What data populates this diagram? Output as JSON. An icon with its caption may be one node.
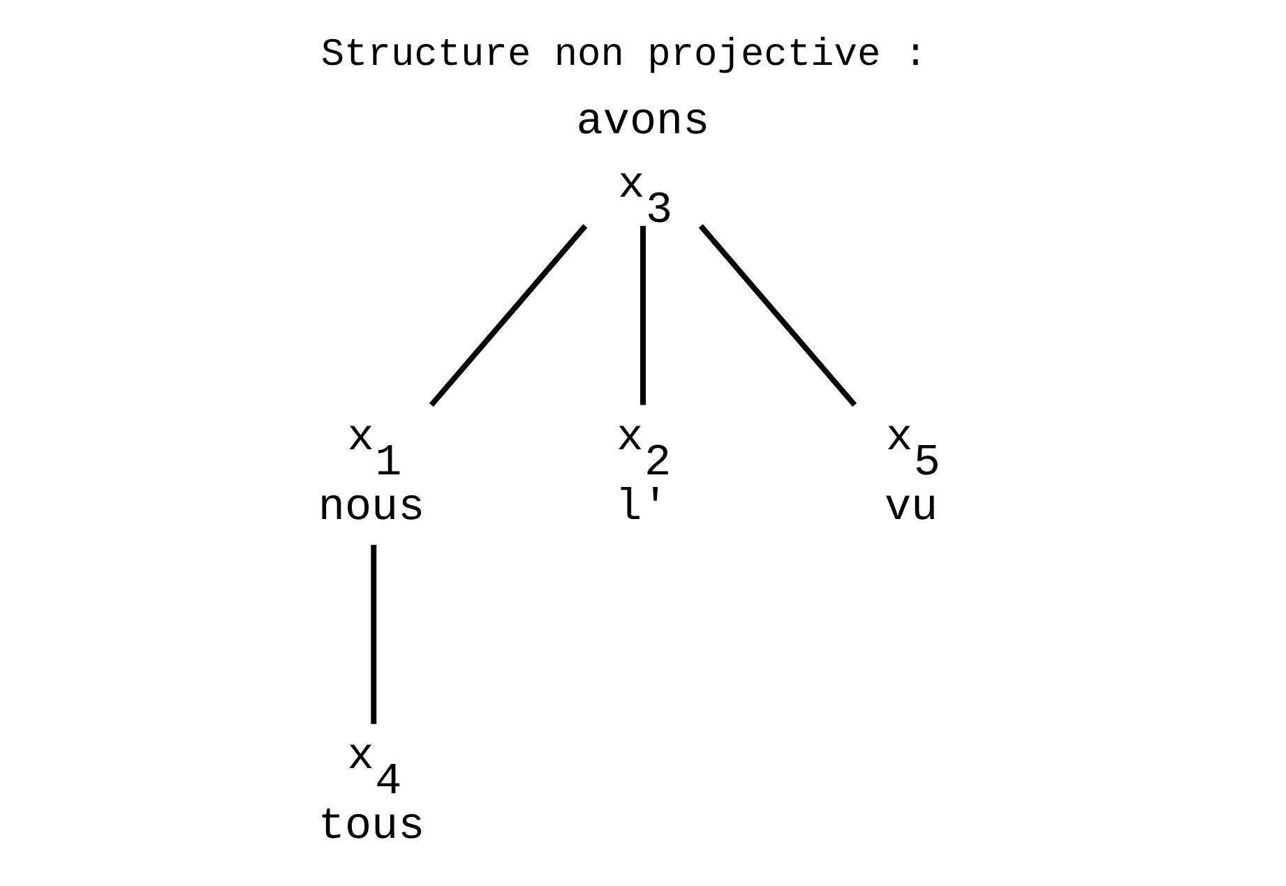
{
  "diagram": {
    "title": "Structure non projective :",
    "nodes": [
      {
        "text": [
          "avons",
          "x$_{3}$"
        ]
      },
      {
        "text": [
          "x$_{1}$",
          "nous"
        ]
      },
      {
        "text": [
          "x$_{2}$",
          "l'"
        ]
      },
      {
        "text": [
          "x$_{5}$",
          "vu"
        ]
      },
      {
        "text": [
          "x$_{4}$",
          "tous"
        ]
      }
    ],
    "edges": [
      {
        "from": 0,
        "to": 1,
        "arrow": "none"
      },
      {
        "from": 0,
        "to": 2,
        "arrow": "none"
      },
      {
        "from": 0,
        "to": 3,
        "arrow": "none"
      },
      {
        "from": 1,
        "to": 4,
        "arrow": "none"
      }
    ]
  }
}
